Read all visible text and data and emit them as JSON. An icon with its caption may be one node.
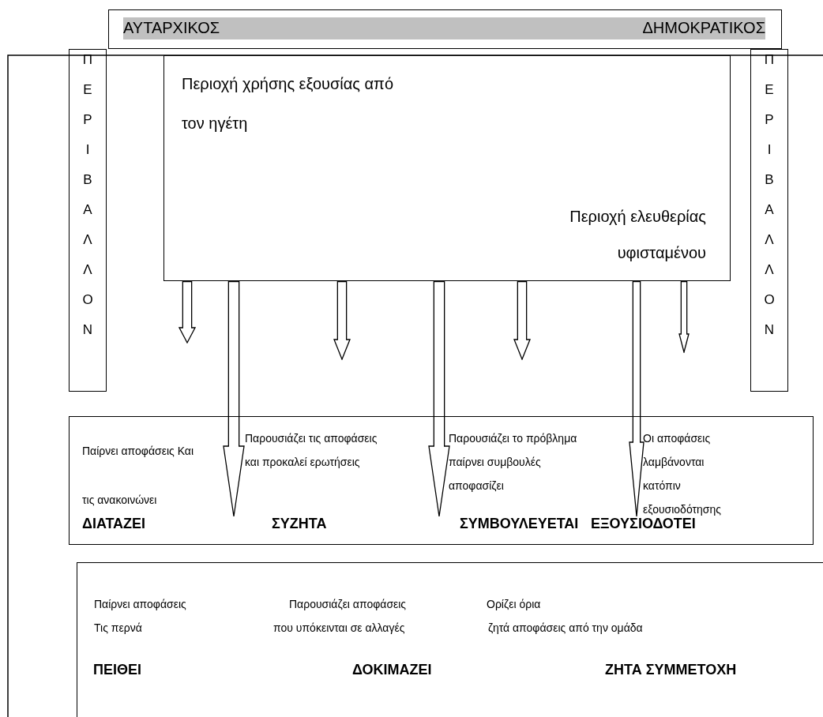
{
  "diagram": {
    "nodes": [
      {
        "text": [
          "ΑΥΤΑΡΧΙΚΟΣ",
          "ΔΗΜΟΚΡΑΤΙΚΟΣ"
        ]
      },
      {
        "text": [
          "ΠΕΡΙΒΑΛΛΟΝ"
        ]
      },
      {
        "text": [
          "Περιοχή χρήσης εξουσίας από τον ηγέτη",
          "Περιοχή ελευθερίας υφισταμένου"
        ]
      },
      {
        "text": [
          "ΠΕΡΙΒΑΛΛΟΝ"
        ]
      },
      {
        "text": [
          "Παίρνει αποφάσεις Και τις ανακοινώνει",
          "Παρουσιάζει τις αποφάσεις και προκαλεί ερωτήσεις",
          "Παρουσιάζει το πρόβλημα παίρνει συμβουλές αποφασίζει",
          "Οι αποφάσεις λαμβάνονται κατόπιν εξουσιοδότησης",
          "ΔΙΑΤΑΖΕΙ",
          "ΣΥΖΗΤΑ",
          "ΣΥΜΒΟΥΛΕΥΕΤΑΙ",
          "ΕΞΟΥΣΙΟΔΟΤΕΙ"
        ]
      },
      {
        "text": [
          "Παίρνει αποφάσεις",
          "Παρουσιάζει αποφάσεις",
          "Ορίζει όρια",
          "Τις περνά",
          "που υπόκεινται σε αλλαγές",
          "ζητά αποφάσεις από την ομάδα",
          "ΠΕΙΘΕΙ",
          "ΔΟΚΙΜΑΖΕΙ",
          "ΖΗΤΑ ΣΥΜΜΕΤΟΧΗ"
        ]
      }
    ],
    "edges": [
      {
        "from": 2,
        "to": null,
        "arrow": "to"
      },
      {
        "from": 2,
        "to": 4,
        "arrow": "to"
      },
      {
        "from": 2,
        "to": null,
        "arrow": "to"
      },
      {
        "from": 2,
        "to": 4,
        "arrow": "to"
      },
      {
        "from": 2,
        "to": null,
        "arrow": "to"
      },
      {
        "from": 2,
        "to": 4,
        "arrow": "to"
      },
      {
        "from": 2,
        "to": null,
        "arrow": "to"
      }
    ]
  }
}
